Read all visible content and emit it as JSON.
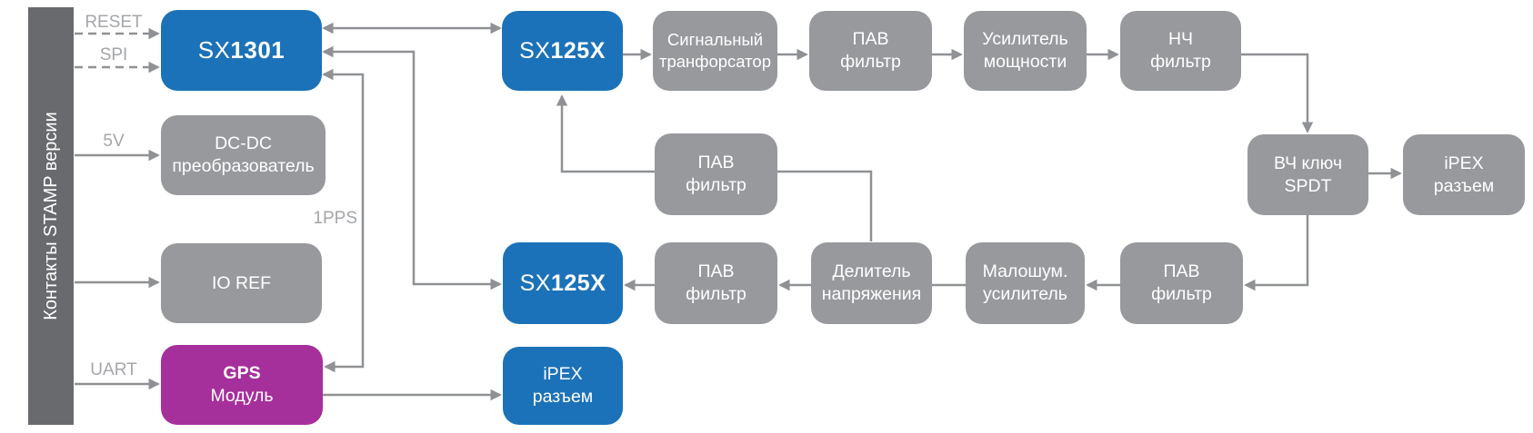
{
  "sidebar": {
    "label": "Контакты STAMP версии"
  },
  "pin_labels": {
    "reset": "RESET",
    "spi": "SPI",
    "v5": "5V",
    "uart": "UART",
    "pps": "1PPS"
  },
  "blocks": {
    "sx1301": {
      "prefix": "SX",
      "suffix": "1301"
    },
    "dcdc": {
      "line1": "DC-DC",
      "line2": "преобразователь"
    },
    "ioref": {
      "line1": "IO REF"
    },
    "gps": {
      "line1": "GPS",
      "line2": "Модуль"
    },
    "sx125x_top": {
      "prefix": "SX",
      "suffix": "125X"
    },
    "sx125x_bottom": {
      "prefix": "SX",
      "suffix": "125X"
    },
    "signal_transformer": {
      "line1": "Сигнальный",
      "line2": "транфорсатор"
    },
    "saw_filter_top": {
      "line1": "ПАВ",
      "line2": "фильтр"
    },
    "power_amp": {
      "line1": "Усилитель",
      "line2": "мощности"
    },
    "lf_filter": {
      "line1": "НЧ",
      "line2": "фильтр"
    },
    "rf_switch": {
      "line1": "ВЧ ключ",
      "line2": "SPDT"
    },
    "ipex_antenna": {
      "line1": "iPEX",
      "line2": "разъем"
    },
    "saw_filter_mid": {
      "line1": "ПАВ",
      "line2": "фильтр"
    },
    "saw_filter_right": {
      "line1": "ПАВ",
      "line2": "фильтр"
    },
    "lna": {
      "line1": "Малошум.",
      "line2": "усилитель"
    },
    "voltage_divider": {
      "line1": "Делитель",
      "line2": "напряжения"
    },
    "saw_filter_bottom": {
      "line1": "ПАВ",
      "line2": "фильтр"
    },
    "ipex_gps": {
      "line1": "iPEX",
      "line2": "разъем"
    }
  },
  "colors": {
    "blue": "#1c72b8",
    "purple": "#a5309b",
    "gray_block": "#97999c",
    "sidebar": "#696a6d",
    "line": "#8f9194",
    "label": "#a4a6a9",
    "bg": "#ffffff"
  }
}
